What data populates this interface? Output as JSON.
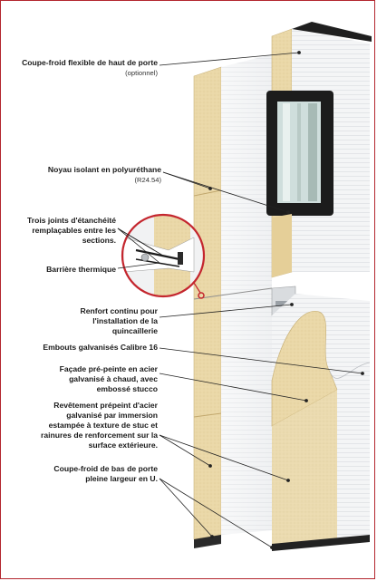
{
  "callouts": {
    "c1": {
      "title": "Coupe-froid flexible de haut de porte",
      "note": "(optionnel)"
    },
    "c2": {
      "title": "Noyau isolant en polyuréthane",
      "note": "(R24.54)"
    },
    "c3": {
      "line1": "Trois joints d'étanchéité",
      "line2": "remplaçables entre les",
      "line3": "sections."
    },
    "c4": {
      "title": "Barrière thermique"
    },
    "c5": {
      "line1": "Renfort continu pour",
      "line2": "l'installation de la",
      "line3": "quincaillerie"
    },
    "c6": {
      "title": "Embouts galvanisés Calibre 16"
    },
    "c7": {
      "line1": "Façade pré-peinte en acier",
      "line2": "galvanisé à chaud, avec",
      "line3": "embossé stucco"
    },
    "c8": {
      "line1": "Revêtement prépeint d'acier",
      "line2": "galvanisé par immersion",
      "line3": "estampée à texture de stuc et",
      "line4": "rainures de renforcement sur la",
      "line5": "surface extérieure."
    },
    "c9": {
      "line1": "Coupe-froid de bas de porte",
      "line2": "pleine largeur en U."
    }
  },
  "colors": {
    "frame": "#b3262e",
    "foam": "#e9d6a4",
    "steel": "#f3f4f5",
    "gasket": "#1d1d1d",
    "leader": "#222222"
  }
}
